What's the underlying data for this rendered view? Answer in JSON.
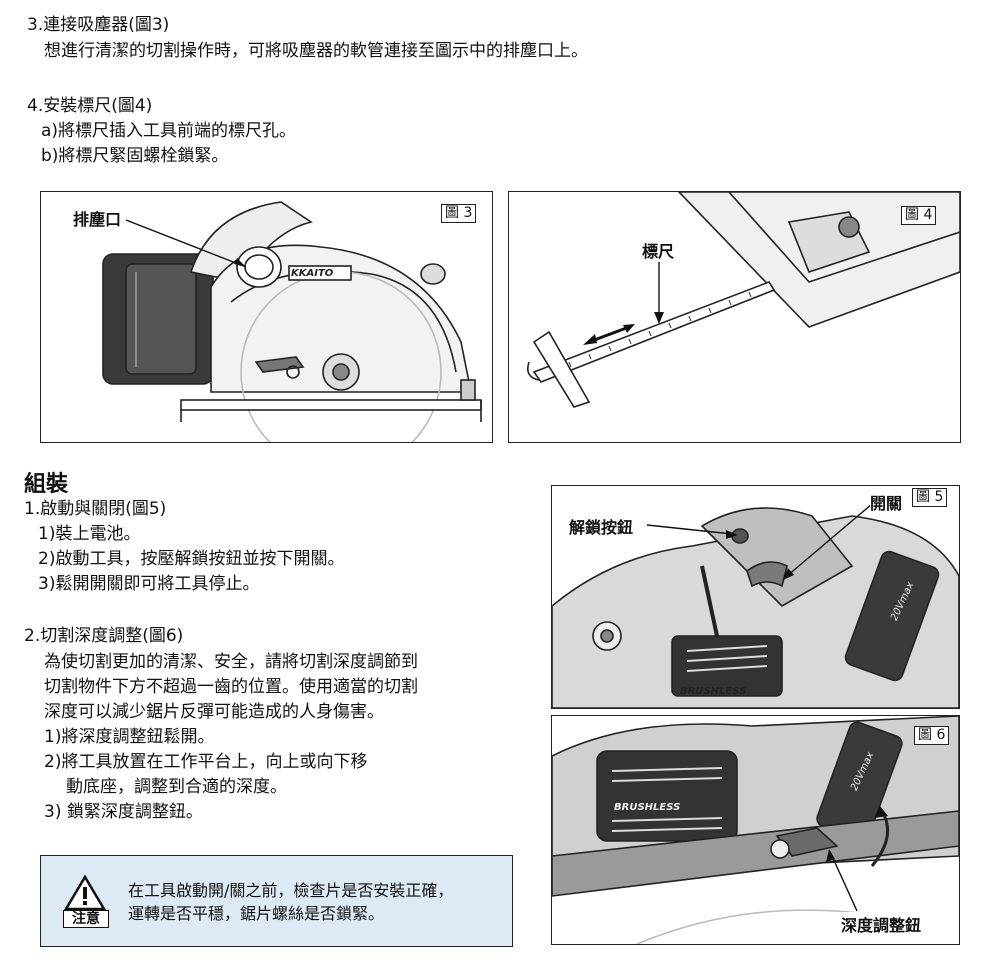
{
  "sec3": {
    "title": "3.連接吸塵器(圖3)",
    "line1": "想進行清潔的切割操作時，可將吸塵器的軟管連接至圖示中的排塵口上。"
  },
  "sec4": {
    "title": "4.安裝標尺(圖4)",
    "a": "a)將標尺插入工具前端的標尺孔。",
    "b": "b)將標尺緊固螺栓鎖緊。"
  },
  "fig3": {
    "tag": "圖 3",
    "callout": "排塵口",
    "brand": "KKAITO"
  },
  "fig4": {
    "tag": "圖 4",
    "callout": "標尺"
  },
  "assembly": {
    "heading": "組裝",
    "s1": {
      "title": "1.啟動與關閉(圖5)",
      "items": [
        "1)裝上電池。",
        "2)啟動工具，按壓解鎖按鈕並按下開關。",
        "3)鬆開開關即可將工具停止。"
      ]
    },
    "s2": {
      "title": "2.切割深度調整(圖6)",
      "para": [
        "為使切割更加的清潔、安全，請將切割深度調節到",
        "切割物件下方不超過一齒的位置。使用適當的切割",
        "深度可以減少鋸片反彈可能造成的人身傷害。"
      ],
      "items": [
        "1)將深度調整鈕鬆開。",
        "2)將工具放置在工作平台上，向上或向下移",
        "動底座，調整到合適的深度。",
        "3) 鎖緊深度調整鈕。"
      ]
    }
  },
  "fig5": {
    "tag": "圖 5",
    "callout_unlock": "解鎖按鈕",
    "callout_switch": "開關",
    "brand": "BRUSHLESS",
    "side": "20Vmax"
  },
  "fig6": {
    "tag": "圖 6",
    "callout": "深度調整鈕",
    "brand": "BRUSHLESS",
    "side": "20Vmax"
  },
  "note": {
    "label": "注意",
    "line1": "在工具啟動開/關之前，檢查片是否安裝正確，",
    "line2": "運轉是否平穩，鋸片螺絲是否鎖緊。"
  }
}
